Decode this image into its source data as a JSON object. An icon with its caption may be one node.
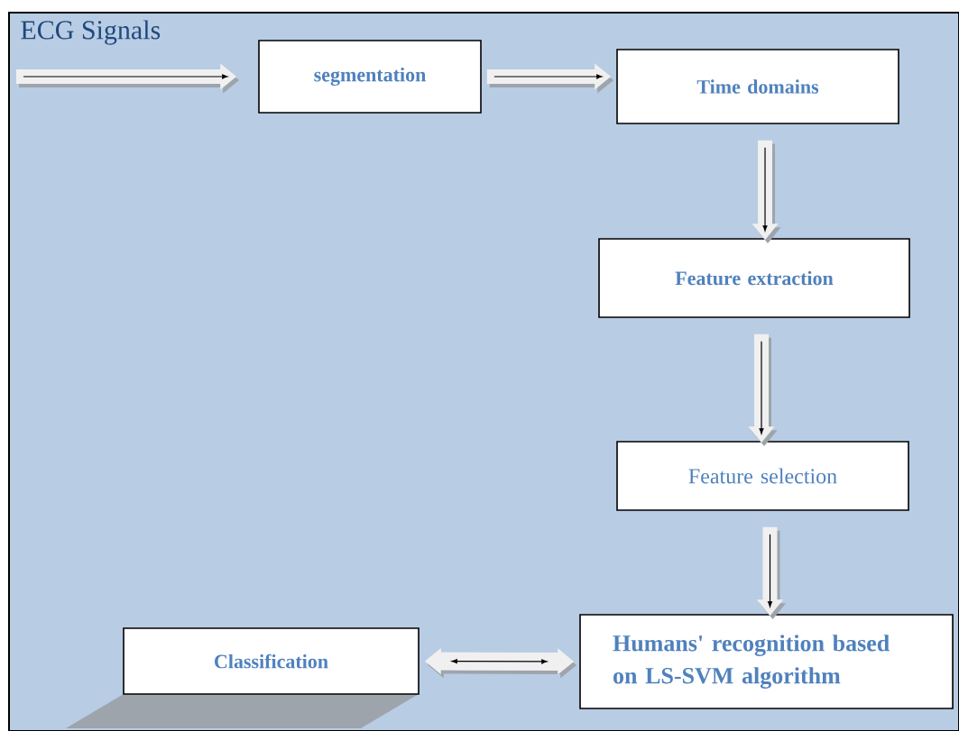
{
  "diagram": {
    "nodes": [
      {
        "text": [
          "ECG Signals"
        ]
      },
      {
        "text": [
          "segmentation"
        ],
        "in": 0
      },
      {
        "text": [
          "Time domains"
        ],
        "in": 0
      },
      {
        "text": [
          "Feature extraction"
        ],
        "in": 0
      },
      {
        "text": [
          "Feature selection"
        ],
        "in": 0
      },
      {
        "text": [
          "Humans' recognition based on LS-SVM algorithm"
        ],
        "in": 0
      },
      {
        "text": [
          "Classification"
        ],
        "in": 0
      }
    ],
    "edges": [
      {
        "from": null,
        "to": 1,
        "arrow": "to"
      },
      {
        "from": 1,
        "to": 2,
        "arrow": "to"
      },
      {
        "from": 2,
        "to": 3,
        "arrow": "to"
      },
      {
        "from": 3,
        "to": 4,
        "arrow": "to"
      },
      {
        "from": 4,
        "to": 5,
        "arrow": "to"
      },
      {
        "from": 5,
        "to": 6,
        "arrow": "both"
      }
    ]
  }
}
